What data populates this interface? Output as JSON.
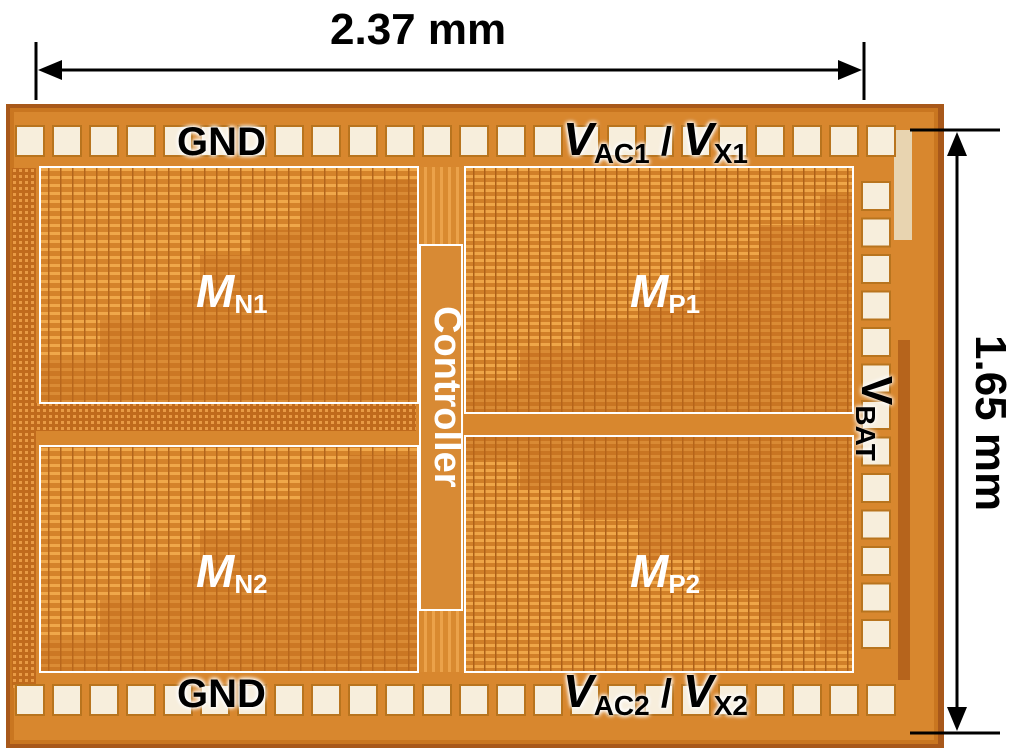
{
  "photo": {
    "subject": "chip die micrograph",
    "colors": {
      "substrate": "#c8751f",
      "metal_light": "#f0a040",
      "metal_dark": "#a85a14",
      "pad": "#f7eedc",
      "outline": "#ffffff",
      "dimension_lines": "#000000"
    }
  },
  "dimensions": {
    "width": "2.37 mm",
    "height": "1.65 mm"
  },
  "pads": {
    "gnd_top": "GND",
    "gnd_bottom": "GND",
    "vac1": {
      "v1": "V",
      "s1": "AC1",
      "sep": " / ",
      "v2": "V",
      "s2": "X1"
    },
    "vac2": {
      "v1": "V",
      "s1": "AC2",
      "sep": " / ",
      "v2": "V",
      "s2": "X2"
    },
    "vbat": {
      "v": "V",
      "s": "BAT"
    }
  },
  "blocks": {
    "mn1": {
      "m": "M",
      "s": "N1"
    },
    "mn2": {
      "m": "M",
      "s": "N2"
    },
    "mp1": {
      "m": "M",
      "s": "P1"
    },
    "mp2": {
      "m": "M",
      "s": "P2"
    },
    "controller": "Controller"
  }
}
